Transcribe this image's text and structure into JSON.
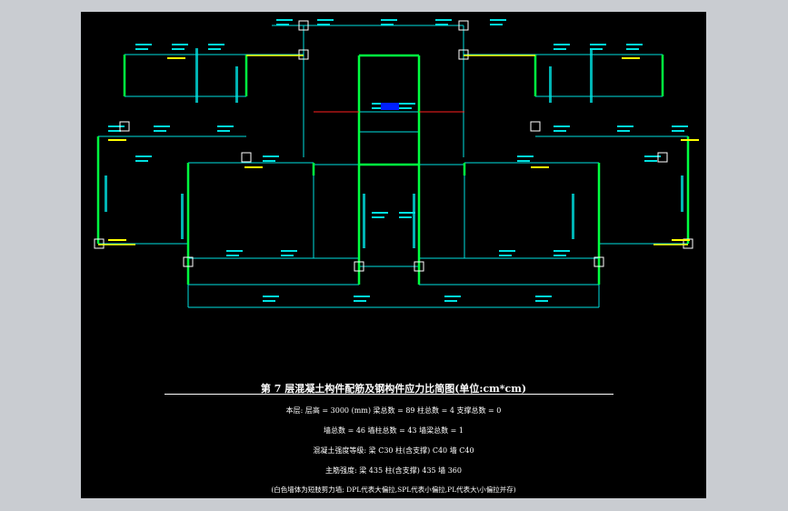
{
  "drawing": {
    "title": "第 7 层混凝土构件配筋及钢构件应力比简图(单位:cm*cm)",
    "summary_line1": "本层: 层高 = 3000 (mm)   梁总数 = 89   柱总数 = 4   支撑总数 = 0",
    "summary_line2": "墙总数 = 46   墙柱总数 = 43   墙梁总数 = 1",
    "summary_line3": "混凝土强度等级: 梁 C30    柱(含支撑) C40    墙 C40",
    "summary_line4": "主筋强度: 梁 435    柱(含支撑) 435    墙 360",
    "note": "(白色墙体为短肢剪力墙; DPL代表大偏拉,SPL代表小偏拉,PL代表大\\小偏拉并存)"
  },
  "colors": {
    "background": "#000000",
    "frame": "#c9ccd1",
    "beam": "#00e0e0",
    "wall": "#00ff40",
    "wall_label": "#ffff00",
    "caption": "#ffffff"
  }
}
